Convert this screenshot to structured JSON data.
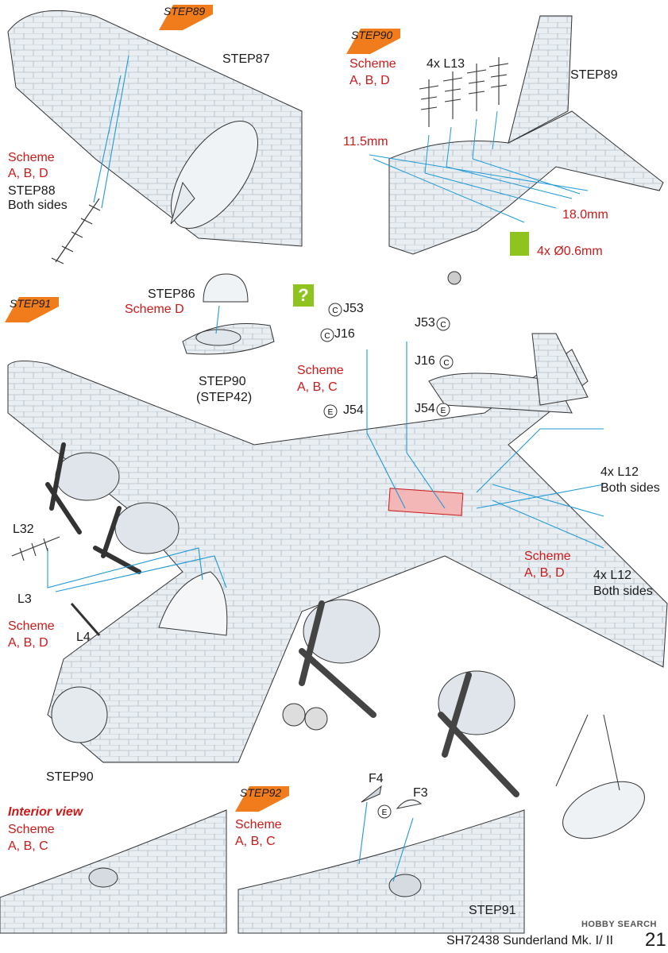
{
  "steps": {
    "s89": "STEP89",
    "s90": "STEP90",
    "s91": "STEP91",
    "s92": "STEP92"
  },
  "labels": {
    "step87": "STEP87",
    "schemeABD_1": "Scheme",
    "schemeABD_1b": "A, B, D",
    "step88": "STEP88",
    "bothSides1": "Both sides",
    "schemeABD_2": "Scheme",
    "schemeABD_2b": "A, B, D",
    "l13": "4x L13",
    "step89b": "STEP89",
    "dim115": "11.5mm",
    "dim180": "18.0mm",
    "drill": "4x Ø0.6mm",
    "step86": "STEP86",
    "schemeD": "Scheme D",
    "step90a": "STEP90",
    "step42": "(STEP42)",
    "j53a": "J53",
    "j16a": "J16",
    "j54a": "J54",
    "j53b": "J53",
    "j16b": "J16",
    "j54b": "J54",
    "schemeABC_1": "Scheme",
    "schemeABC_1b": "A, B, C",
    "l12a": "4x L12",
    "bothSides2": "Both sides",
    "schemeABD_3": "Scheme",
    "schemeABD_3b": "A, B, D",
    "l12b": "4x L12",
    "bothSides3": "Both sides",
    "l32": "L32",
    "l3": "L3",
    "l4": "L4",
    "schemeABD_4": "Scheme",
    "schemeABD_4b": "A, B, D",
    "step90b": "STEP90",
    "interior": "Interior view",
    "schemeABC_2": "Scheme",
    "schemeABC_2b": "A, B, C",
    "schemeABC_3": "Scheme",
    "schemeABC_3b": "A, B, C",
    "f4": "F4",
    "f3": "F3",
    "step91b": "STEP91"
  },
  "icons": {
    "c": "C",
    "e": "E",
    "question": "?"
  },
  "footer": {
    "model": "SH72438 Sunderland Mk. I/ II",
    "page": "21",
    "watermark": "HOBBY SEARCH"
  },
  "colors": {
    "accent": "#cc1a1a",
    "callout": "#1f9ad6",
    "tab": "#f07c1c",
    "green": "#8fc31f",
    "panel": "#e8eef4"
  }
}
